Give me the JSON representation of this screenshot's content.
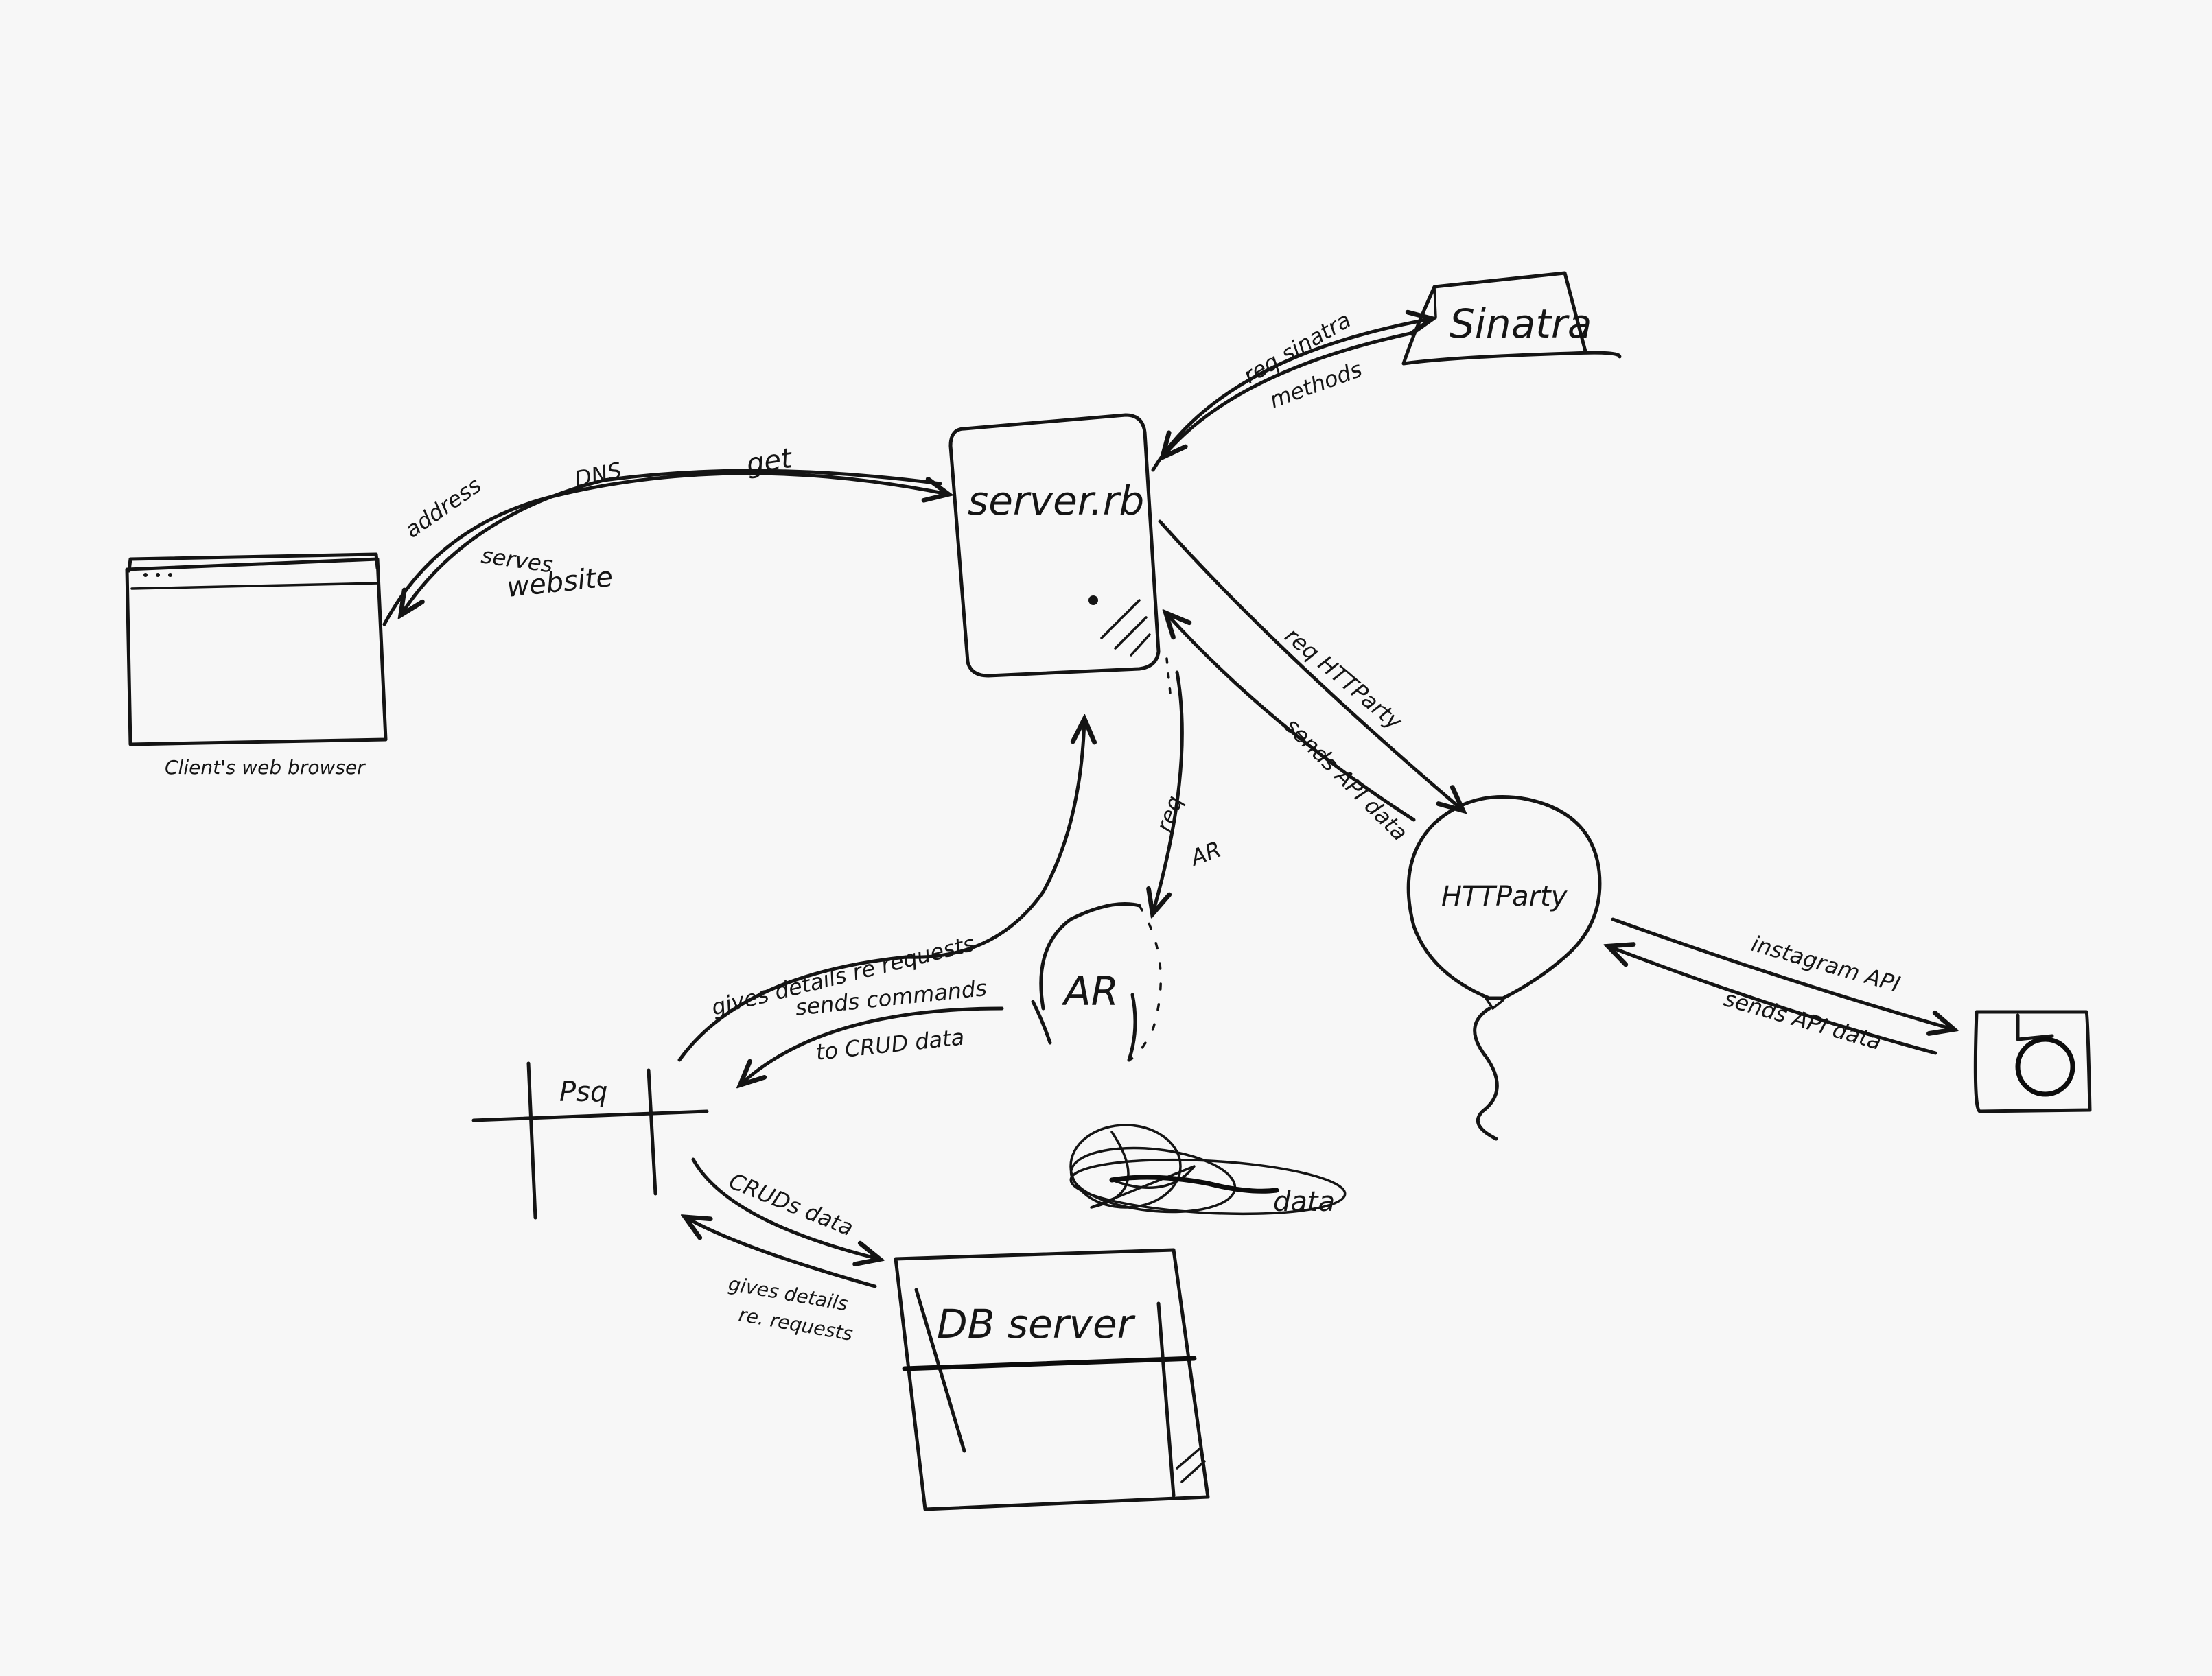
{
  "nodes": {
    "browser": {
      "label": "Client's web browser"
    },
    "server": {
      "label": "server.rb"
    },
    "sinatra": {
      "label": "Sinatra"
    },
    "httparty": {
      "label": "HTTParty"
    },
    "ar": {
      "label": "AR"
    },
    "psq": {
      "label": "Psq"
    },
    "db": {
      "label": "DB server"
    },
    "scribble": {
      "label": "data"
    }
  },
  "edges": {
    "browser_server": {
      "address": "address",
      "dns": "DNS",
      "get": "get",
      "serves": "serves",
      "website": "website"
    },
    "server_sinatra": {
      "req": "req sinatra",
      "methods": "methods"
    },
    "server_httparty": {
      "req": "req HTTParty",
      "sends": "sends API data"
    },
    "httparty_instagram": {
      "req": "instagram API",
      "sends": "sends API data"
    },
    "server_ar": {
      "req": "req",
      "ar": "AR"
    },
    "psq_server": {
      "gives": "gives details re requests"
    },
    "ar_psq": {
      "sends": "sends commands",
      "to": "to CRUD data"
    },
    "psq_db": {
      "crud": "CRUDs data",
      "gives1": "gives details",
      "gives2": "re. requests"
    }
  },
  "icons": [
    "browser-window-icon",
    "server-box-icon",
    "sinatra-icon",
    "balloon-icon",
    "instagram-camera-icon",
    "database-icon"
  ]
}
